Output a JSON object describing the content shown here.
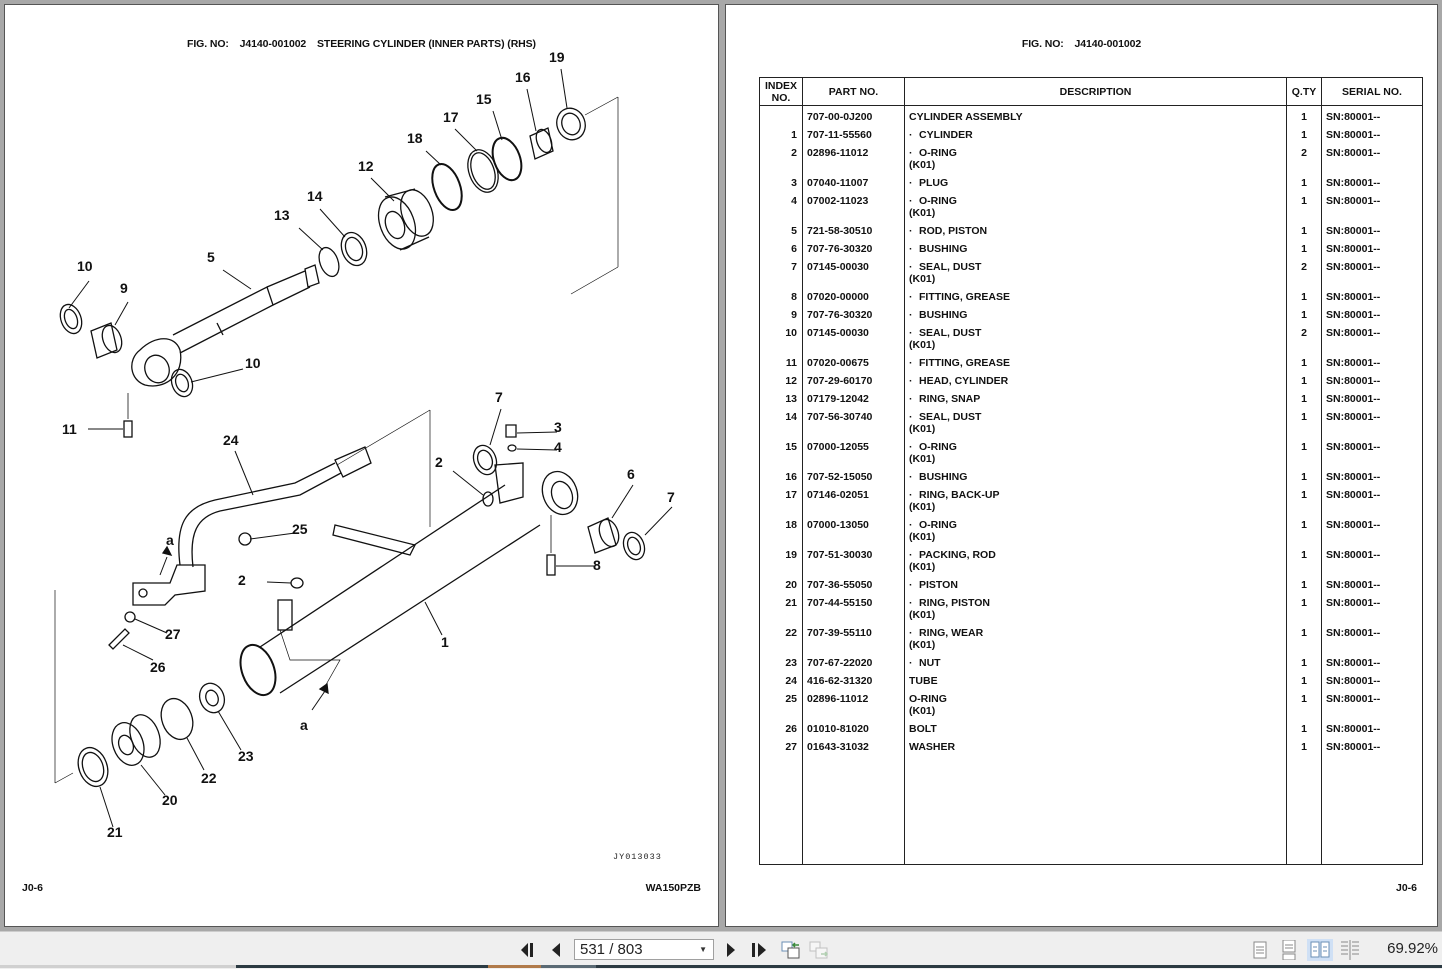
{
  "viewer": {
    "page_indicator": "531 / 803",
    "zoom_level": "69.92%",
    "nav_icons": [
      "first-page-icon",
      "previous-page-icon",
      "next-page-icon",
      "last-page-icon",
      "go-back-icon",
      "go-forward-icon"
    ],
    "view_mode_icons": [
      "single-page-icon",
      "continuous-page-icon",
      "facing-pages-icon",
      "continuous-facing-icon"
    ],
    "active_view_mode": "facing-pages-icon",
    "colors": {
      "toolbar_bg": "#efefef",
      "canvas_bg": "#a8a8a8",
      "active_mode_bg": "#cfe0f5"
    }
  },
  "left_page": {
    "fig_label": "FIG. NO:",
    "fig_number": "J4140-001002",
    "fig_title": "STEERING CYLINDER (INNER PARTS) (RHS)",
    "drawing_code": "JY013033",
    "footer_left": "J0-6",
    "footer_right": "WA150PZB",
    "callouts": [
      "1",
      "2",
      "2",
      "3",
      "4",
      "5",
      "6",
      "7",
      "7",
      "8",
      "9",
      "10",
      "10",
      "11",
      "12",
      "13",
      "14",
      "15",
      "16",
      "17",
      "18",
      "19",
      "20",
      "21",
      "22",
      "23",
      "24",
      "25",
      "26",
      "27",
      "a",
      "a"
    ]
  },
  "right_page": {
    "fig_label": "FIG. NO:",
    "fig_number": "J4140-001002",
    "footer_right": "J0-6",
    "table": {
      "headers": {
        "index": "INDEX NO.",
        "index_l1": "INDEX",
        "index_l2": "NO.",
        "part_no": "PART NO.",
        "description": "DESCRIPTION",
        "qty": "Q.TY",
        "serial": "SERIAL NO."
      },
      "rows": [
        {
          "index": "",
          "part_no": "707-00-0J200",
          "dot": "",
          "description": "CYLINDER ASSEMBLY",
          "note": "",
          "qty": "1",
          "serial": "SN:80001--"
        },
        {
          "index": "1",
          "part_no": "707-11-55560",
          "dot": "·",
          "description": "CYLINDER",
          "note": "",
          "qty": "1",
          "serial": "SN:80001--"
        },
        {
          "index": "2",
          "part_no": "02896-11012",
          "dot": "·",
          "description": "O-RING",
          "note": "(K01)",
          "qty": "2",
          "serial": "SN:80001--"
        },
        {
          "index": "3",
          "part_no": "07040-11007",
          "dot": "·",
          "description": "PLUG",
          "note": "",
          "qty": "1",
          "serial": "SN:80001--"
        },
        {
          "index": "4",
          "part_no": "07002-11023",
          "dot": "·",
          "description": "O-RING",
          "note": "(K01)",
          "qty": "1",
          "serial": "SN:80001--"
        },
        {
          "index": "5",
          "part_no": "721-58-30510",
          "dot": "·",
          "description": "ROD, PISTON",
          "note": "",
          "qty": "1",
          "serial": "SN:80001--"
        },
        {
          "index": "6",
          "part_no": "707-76-30320",
          "dot": "·",
          "description": "BUSHING",
          "note": "",
          "qty": "1",
          "serial": "SN:80001--"
        },
        {
          "index": "7",
          "part_no": "07145-00030",
          "dot": "·",
          "description": "SEAL, DUST",
          "note": "(K01)",
          "qty": "2",
          "serial": "SN:80001--"
        },
        {
          "index": "8",
          "part_no": "07020-00000",
          "dot": "·",
          "description": "FITTING, GREASE",
          "note": "",
          "qty": "1",
          "serial": "SN:80001--"
        },
        {
          "index": "9",
          "part_no": "707-76-30320",
          "dot": "·",
          "description": "BUSHING",
          "note": "",
          "qty": "1",
          "serial": "SN:80001--"
        },
        {
          "index": "10",
          "part_no": "07145-00030",
          "dot": "·",
          "description": "SEAL, DUST",
          "note": "(K01)",
          "qty": "2",
          "serial": "SN:80001--"
        },
        {
          "index": "11",
          "part_no": "07020-00675",
          "dot": "·",
          "description": "FITTING, GREASE",
          "note": "",
          "qty": "1",
          "serial": "SN:80001--"
        },
        {
          "index": "12",
          "part_no": "707-29-60170",
          "dot": "·",
          "description": "HEAD, CYLINDER",
          "note": "",
          "qty": "1",
          "serial": "SN:80001--"
        },
        {
          "index": "13",
          "part_no": "07179-12042",
          "dot": "·",
          "description": "RING, SNAP",
          "note": "",
          "qty": "1",
          "serial": "SN:80001--"
        },
        {
          "index": "14",
          "part_no": "707-56-30740",
          "dot": "·",
          "description": "SEAL, DUST",
          "note": "(K01)",
          "qty": "1",
          "serial": "SN:80001--"
        },
        {
          "index": "15",
          "part_no": "07000-12055",
          "dot": "·",
          "description": "O-RING",
          "note": "(K01)",
          "qty": "1",
          "serial": "SN:80001--"
        },
        {
          "index": "16",
          "part_no": "707-52-15050",
          "dot": "·",
          "description": "BUSHING",
          "note": "",
          "qty": "1",
          "serial": "SN:80001--"
        },
        {
          "index": "17",
          "part_no": "07146-02051",
          "dot": "·",
          "description": "RING, BACK-UP",
          "note": "(K01)",
          "qty": "1",
          "serial": "SN:80001--"
        },
        {
          "index": "18",
          "part_no": "07000-13050",
          "dot": "·",
          "description": "O-RING",
          "note": "(K01)",
          "qty": "1",
          "serial": "SN:80001--"
        },
        {
          "index": "19",
          "part_no": "707-51-30030",
          "dot": "·",
          "description": "PACKING, ROD",
          "note": "(K01)",
          "qty": "1",
          "serial": "SN:80001--"
        },
        {
          "index": "20",
          "part_no": "707-36-55050",
          "dot": "·",
          "description": "PISTON",
          "note": "",
          "qty": "1",
          "serial": "SN:80001--"
        },
        {
          "index": "21",
          "part_no": "707-44-55150",
          "dot": "·",
          "description": "RING, PISTON",
          "note": "(K01)",
          "qty": "1",
          "serial": "SN:80001--"
        },
        {
          "index": "22",
          "part_no": "707-39-55110",
          "dot": "·",
          "description": "RING, WEAR",
          "note": "(K01)",
          "qty": "1",
          "serial": "SN:80001--"
        },
        {
          "index": "23",
          "part_no": "707-67-22020",
          "dot": "·",
          "description": "NUT",
          "note": "",
          "qty": "1",
          "serial": "SN:80001--"
        },
        {
          "index": "24",
          "part_no": "416-62-31320",
          "dot": "",
          "description": "TUBE",
          "note": "",
          "qty": "1",
          "serial": "SN:80001--"
        },
        {
          "index": "25",
          "part_no": "02896-11012",
          "dot": "",
          "description": "O-RING",
          "note": "(K01)",
          "qty": "1",
          "serial": "SN:80001--"
        },
        {
          "index": "26",
          "part_no": "01010-81020",
          "dot": "",
          "description": "BOLT",
          "note": "",
          "qty": "1",
          "serial": "SN:80001--"
        },
        {
          "index": "27",
          "part_no": "01643-31032",
          "dot": "",
          "description": "WASHER",
          "note": "",
          "qty": "1",
          "serial": "SN:80001--"
        }
      ]
    }
  }
}
